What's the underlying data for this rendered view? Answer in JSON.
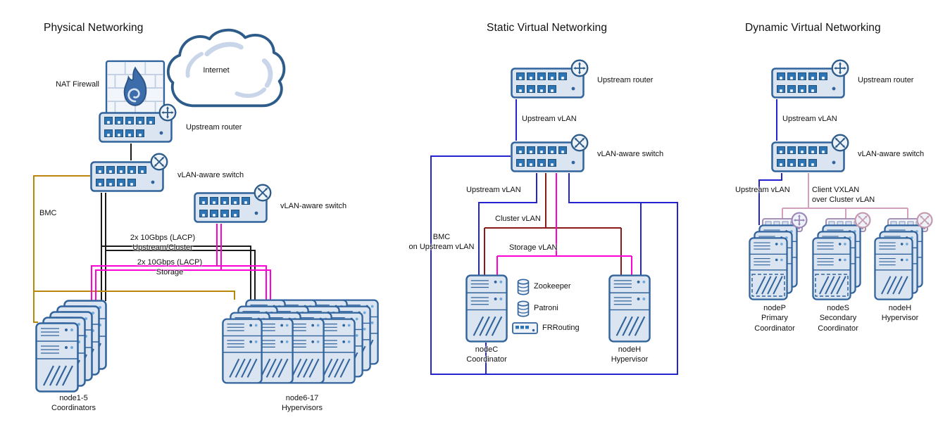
{
  "physical": {
    "title": "Physical Networking",
    "internet": "Internet",
    "nat_firewall": "NAT Firewall",
    "upstream_router": "Upstream router",
    "vlan_switch_1": "vLAN-aware switch",
    "vlan_switch_2": "vLAN-aware switch",
    "bmc": "BMC",
    "lacp_upstream": "2x 10Gbps (LACP)\nUpstream/Cluster",
    "lacp_storage": "2x 10Gbps (LACP)\nStorage",
    "coordinators": "node1-5\nCoordinators",
    "hypervisors": "node6-17\nHypervisors"
  },
  "static_virtual": {
    "title": "Static Virtual Networking",
    "upstream_router": "Upstream router",
    "upstream_vlan_link": "Upstream vLAN",
    "vlan_switch": "vLAN-aware switch",
    "upstream_vlan": "Upstream vLAN",
    "cluster_vlan": "Cluster vLAN",
    "storage_vlan": "Storage vLAN",
    "bmc": "BMC\non Upstream vLAN",
    "services": [
      "Zookeeper",
      "Patroni",
      "FRRouting"
    ],
    "node_c": "nodeC\nCoordinator",
    "node_h": "nodeH\nHypervisor"
  },
  "dynamic_virtual": {
    "title": "Dynamic Virtual Networking",
    "upstream_router": "Upstream router",
    "upstream_vlan_link": "Upstream vLAN",
    "vlan_switch": "vLAN-aware switch",
    "upstream_vlan": "Upstream vLAN",
    "client_vxlan": "Client VXLAN\nover Cluster vLAN",
    "node_p": "nodeP\nPrimary\nCoordinator",
    "node_s": "nodeS\nSecondary\nCoordinator",
    "node_h": "nodeH\nHypervisor"
  },
  "colors": {
    "device_stroke": "#31639c",
    "device_fill": "#dbe5f1",
    "port_fill": "#2e75b6",
    "line_black": "#1a1a1a",
    "line_bmc_yellow": "#b8860b",
    "line_storage_magenta": "#ff00d7",
    "line_upstream_blue": "#2424cc",
    "line_cluster_darkred": "#8b1a1a",
    "line_vxlan_pink": "#d4a0bb"
  }
}
